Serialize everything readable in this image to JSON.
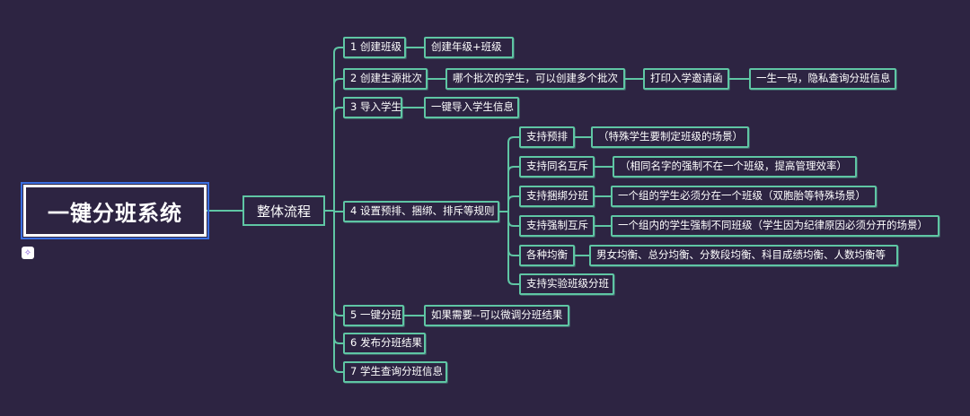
{
  "root": {
    "title": "一键分班系统"
  },
  "level1": {
    "title": "整体流程"
  },
  "steps": [
    {
      "label": "1 创建班级",
      "chain": [
        "创建年级+班级"
      ]
    },
    {
      "label": "2 创建生源批次",
      "chain": [
        "哪个批次的学生，可以创建多个批次",
        "打印入学邀请函",
        "一生一码，隐私查询分班信息"
      ]
    },
    {
      "label": "3 导入学生",
      "chain": [
        "一键导入学生信息"
      ]
    },
    {
      "label": "4 设置预排、捆绑、排斥等规则",
      "chain": []
    },
    {
      "label": "5 一键分班",
      "chain": [
        "如果需要--可以微调分班结果"
      ]
    },
    {
      "label": "6 发布分班结果",
      "chain": []
    },
    {
      "label": "7 学生查询分班信息",
      "chain": []
    }
  ],
  "rules": [
    {
      "label": "支持预排",
      "detail": "（特殊学生要制定班级的场景）"
    },
    {
      "label": "支持同名互斥",
      "detail": "（相同名字的强制不在一个班级，提高管理效率）"
    },
    {
      "label": "支持捆绑分班",
      "detail": "一个组的学生必须分在一个班级（双胞胎等特殊场景）"
    },
    {
      "label": "支持强制互斥",
      "detail": "一个组内的学生强制不同班级（学生因为纪律原因必须分开的场景）"
    },
    {
      "label": "各种均衡",
      "detail": "男女均衡、总分均衡、分数段均衡、科目成绩均衡、人数均衡等"
    },
    {
      "label": "支持实验班级分班",
      "detail": ""
    }
  ],
  "colors": {
    "background": "#2d2442",
    "line": "#5fc6a4",
    "text": "#ffffff",
    "selection": "#3b6fe0"
  },
  "icons": {
    "add": "sparkle-add-icon"
  }
}
